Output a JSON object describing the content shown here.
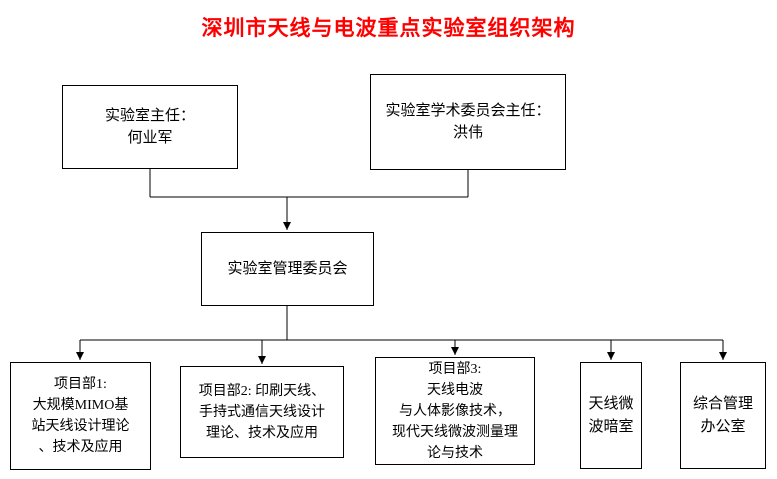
{
  "title": "深圳市天线与电波重点实验室组织架构",
  "colors": {
    "title": "#ff0000",
    "line": "#000000",
    "border": "#000000"
  },
  "nodes": {
    "director": {
      "lines": [
        "实验室主任：",
        "何业军"
      ]
    },
    "academic": {
      "lines": [
        "实验室学术委员会主任：",
        "洪伟"
      ]
    },
    "committee": {
      "lines": [
        "实验室管理委员会"
      ]
    },
    "dept1": {
      "lines": [
        "项目部1:",
        "大规模MIMO基",
        "站天线设计理论",
        "、技术及应用"
      ]
    },
    "dept2": {
      "lines": [
        "项目部2: 印刷天线、",
        "手持式通信天线设计",
        "理论、技术及应用"
      ]
    },
    "dept3": {
      "lines": [
        "项目部3:",
        "天线电波",
        "与人体影像技术，",
        "现代天线微波测量理",
        "论与技术"
      ]
    },
    "chamber": {
      "lines": [
        "天线微",
        "波暗室"
      ]
    },
    "office": {
      "lines": [
        "综合管理",
        "办公室"
      ]
    }
  }
}
